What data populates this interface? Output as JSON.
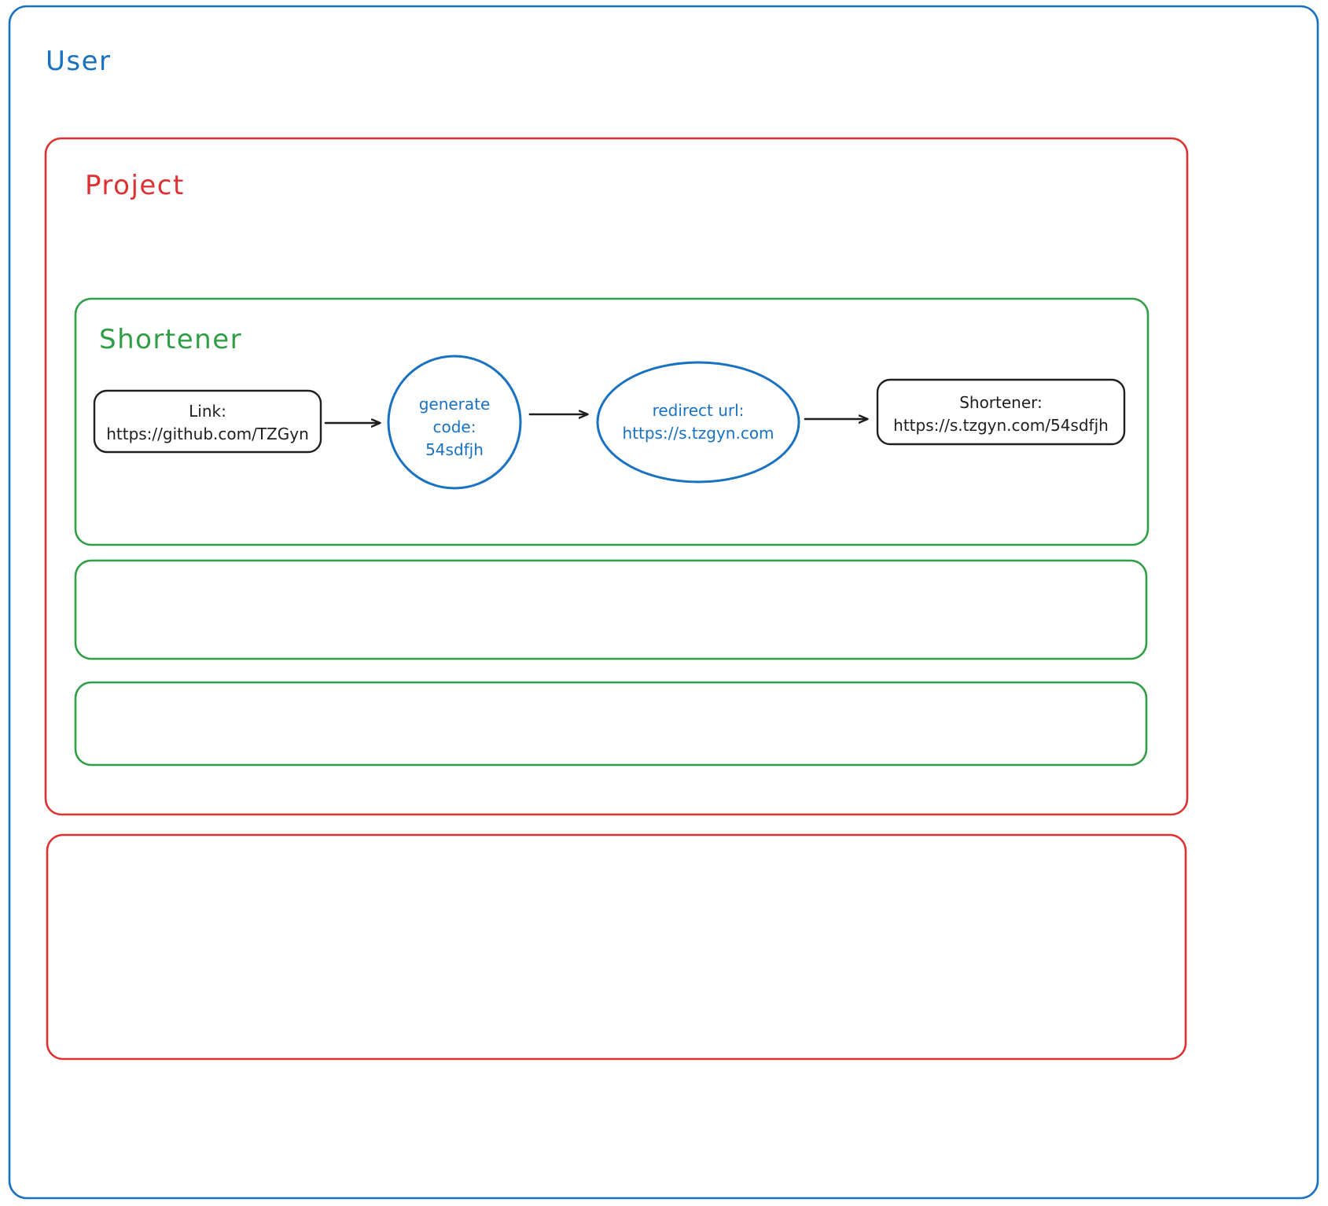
{
  "diagram": {
    "title_visible": false,
    "colors": {
      "user_border": "#1971c2",
      "project_border": "#e03131",
      "shortener_border": "#2f9e44",
      "node_border_dark": "#1e1e1e",
      "node_border_blue": "#1971c2",
      "arrow": "#1e1e1e",
      "background": "#ffffff"
    },
    "groups": [
      {
        "name": "user-group",
        "label": "User",
        "color": "#1971c2"
      },
      {
        "name": "project-group",
        "label": "Project",
        "color": "#e03131"
      },
      {
        "name": "shortener-group",
        "label": "Shortener",
        "color": "#2f9e44"
      }
    ],
    "nodes": [
      {
        "name": "link-node",
        "shape": "rounded-rect",
        "color": "#1e1e1e",
        "lines": [
          "Link:",
          "https://github.com/TZGyn"
        ]
      },
      {
        "name": "generate-code-node",
        "shape": "circle",
        "color": "#1971c2",
        "lines": [
          "generate",
          "code:",
          "54sdfjh"
        ]
      },
      {
        "name": "redirect-url-node",
        "shape": "ellipse",
        "color": "#1971c2",
        "lines": [
          "redirect url:",
          "https://s.tzgyn.com"
        ]
      },
      {
        "name": "shortener-node",
        "shape": "rounded-rect",
        "color": "#1e1e1e",
        "lines": [
          "Shortener:",
          "https://s.tzgyn.com/54sdfjh"
        ]
      }
    ],
    "arrows": [
      {
        "name": "arrow-link-to-generate",
        "from": "link-node",
        "to": "generate-code-node"
      },
      {
        "name": "arrow-generate-to-redirect",
        "from": "generate-code-node",
        "to": "redirect-url-node"
      },
      {
        "name": "arrow-redirect-to-shortener",
        "from": "redirect-url-node",
        "to": "shortener-node"
      }
    ],
    "empty_containers": [
      {
        "name": "empty-green-box-1",
        "color": "#2f9e44"
      },
      {
        "name": "empty-green-box-2",
        "color": "#2f9e44"
      },
      {
        "name": "empty-red-box-1",
        "color": "#e03131"
      }
    ]
  }
}
